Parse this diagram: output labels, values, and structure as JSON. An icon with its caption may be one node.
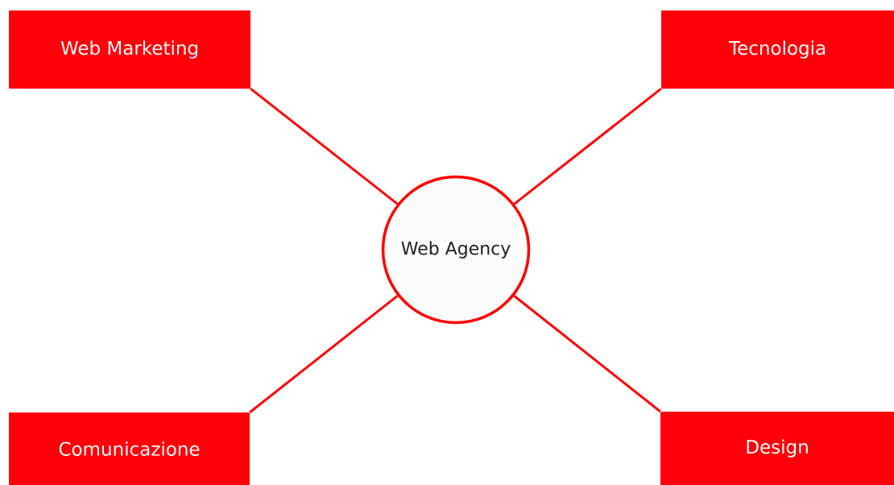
{
  "diagram": {
    "nodes": [
      {
        "text": [
          "Web Marketing"
        ]
      },
      {
        "text": [
          "Tecnologia"
        ]
      },
      {
        "text": [
          "Web Agency"
        ]
      },
      {
        "text": [
          "Comunicazione"
        ]
      },
      {
        "text": [
          "Design"
        ]
      }
    ],
    "edges": [
      {
        "from": 2,
        "to": 0,
        "arrow": "none"
      },
      {
        "from": 2,
        "to": 1,
        "arrow": "none"
      },
      {
        "from": 2,
        "to": 3,
        "arrow": "none"
      },
      {
        "from": 2,
        "to": 4,
        "arrow": "none"
      }
    ]
  }
}
